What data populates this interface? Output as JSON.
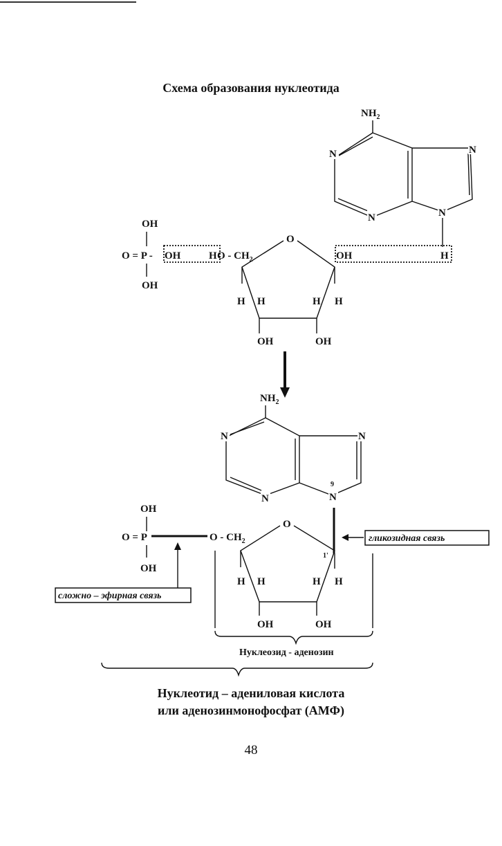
{
  "title": "Схема образования нуклеотида",
  "atoms": {
    "nh2": "NH",
    "nh2_sub": "2",
    "n": "N",
    "o": "O",
    "oh": "OH",
    "h": "H",
    "o_eq_p": "O = P -",
    "o_eq_p_bond": "O = P",
    "ho": "H",
    "o_ch2": "O - CH",
    "ch2_sub": "2",
    "pos9": "9",
    "pos1": "1'"
  },
  "labels": {
    "glycosidic_bond": "гликозидная связь",
    "ester_bond": "сложно – эфирная связь",
    "nucleoside": "Нуклеозид - аденозин"
  },
  "caption": {
    "line1": "Нуклеотид – адениловая кислота",
    "line2": "или аденозинмонофосфат (АМФ)"
  },
  "page_number": "48"
}
